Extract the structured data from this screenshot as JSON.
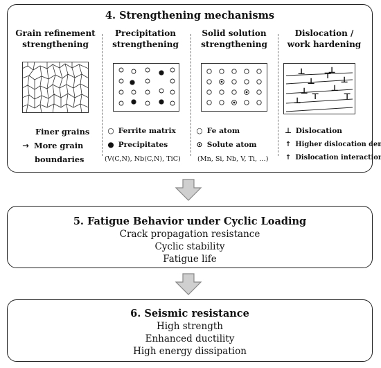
{
  "box4": {
    "title": "4. Strengthening mechanisms",
    "grain": {
      "heading1": "Grain refinement",
      "heading2": "strengthening",
      "caption1": "Finer grains",
      "caption2_arrow": "→",
      "caption2": "More grain",
      "caption3": "boundaries"
    },
    "precip": {
      "heading1": "Precipitation",
      "heading2": "strengthening",
      "legend1_symbol": "○",
      "legend1": "Ferrite matrix",
      "legend2_symbol": "●",
      "legend2": "Precipitates",
      "note": "(V(C,N), Nb(C,N), TiC)"
    },
    "solid": {
      "heading1": "Solid solution",
      "heading2": "strengthening",
      "legend1_symbol": "○",
      "legend1": "Fe atom",
      "legend2_symbol": "⊙",
      "legend2": "Solute atom",
      "note": "(Mn, Si, Nb, V, Ti, …)"
    },
    "disloc": {
      "heading1": "Dislocation /",
      "heading2": "work hardening",
      "legend1_symbol": "⊥",
      "legend1": "Dislocation",
      "legend2_symbol": "↑",
      "legend2": "Higher dislocation density",
      "legend3_symbol": "↑",
      "legend3": "Dislocation interactions"
    }
  },
  "box5": {
    "title": "5. Fatigue Behavior under Cyclic Loading",
    "lines": [
      "Crack propagation resistance",
      "Cyclic stability",
      "Fatigue life"
    ]
  },
  "box6": {
    "title": "6. Seismic resistance",
    "lines": [
      "High strength",
      "Enhanced ductility",
      "High energy dissipation"
    ]
  },
  "colors": {
    "arrow_fill": "#cfcfcf",
    "arrow_stroke": "#888888",
    "border": "#222222"
  }
}
